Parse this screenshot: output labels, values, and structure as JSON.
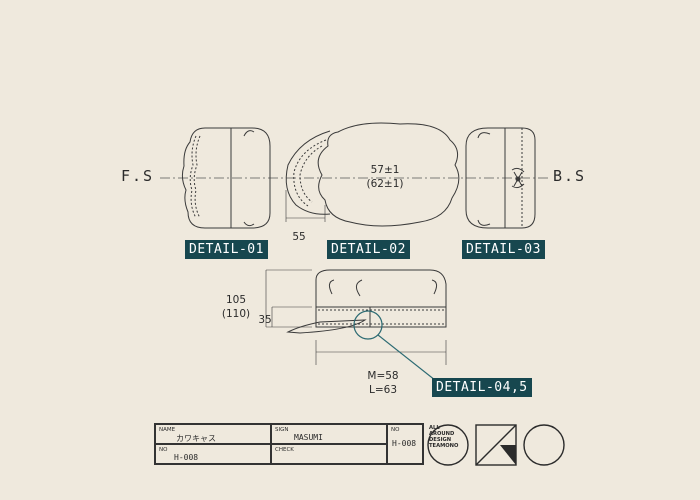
{
  "labels": {
    "front": "F.S",
    "back": "B.S"
  },
  "details": {
    "d1": "DETAIL-01",
    "d2": "DETAIL-02",
    "d3": "DETAIL-03",
    "d45": "DETAIL-04,5"
  },
  "dimensions": {
    "top_size": "57±1",
    "top_size_alt": "(62±1)",
    "brim_offset": "55",
    "height": "105",
    "height_alt": "(110)",
    "band": "35",
    "width_m": "M=58",
    "width_l": "L=63"
  },
  "title_block": {
    "name_header": "NAME",
    "name_value": "カワキャス",
    "sign_header": "SIGN",
    "sign_value": "MASUMI",
    "no_header_right": "NO",
    "no_value_right": "H-008",
    "no_header_left": "NO",
    "no_value_left": "H-008",
    "check_header": "CHECK"
  },
  "brand": {
    "line1": "ALL",
    "line2": "AROUND",
    "line3": "DESIGN",
    "line4": "TEAMONO"
  },
  "colors": {
    "background": "#efe9dd",
    "tag": "#17474f",
    "leader": "#2b6a72",
    "line": "#3a3a3a"
  }
}
